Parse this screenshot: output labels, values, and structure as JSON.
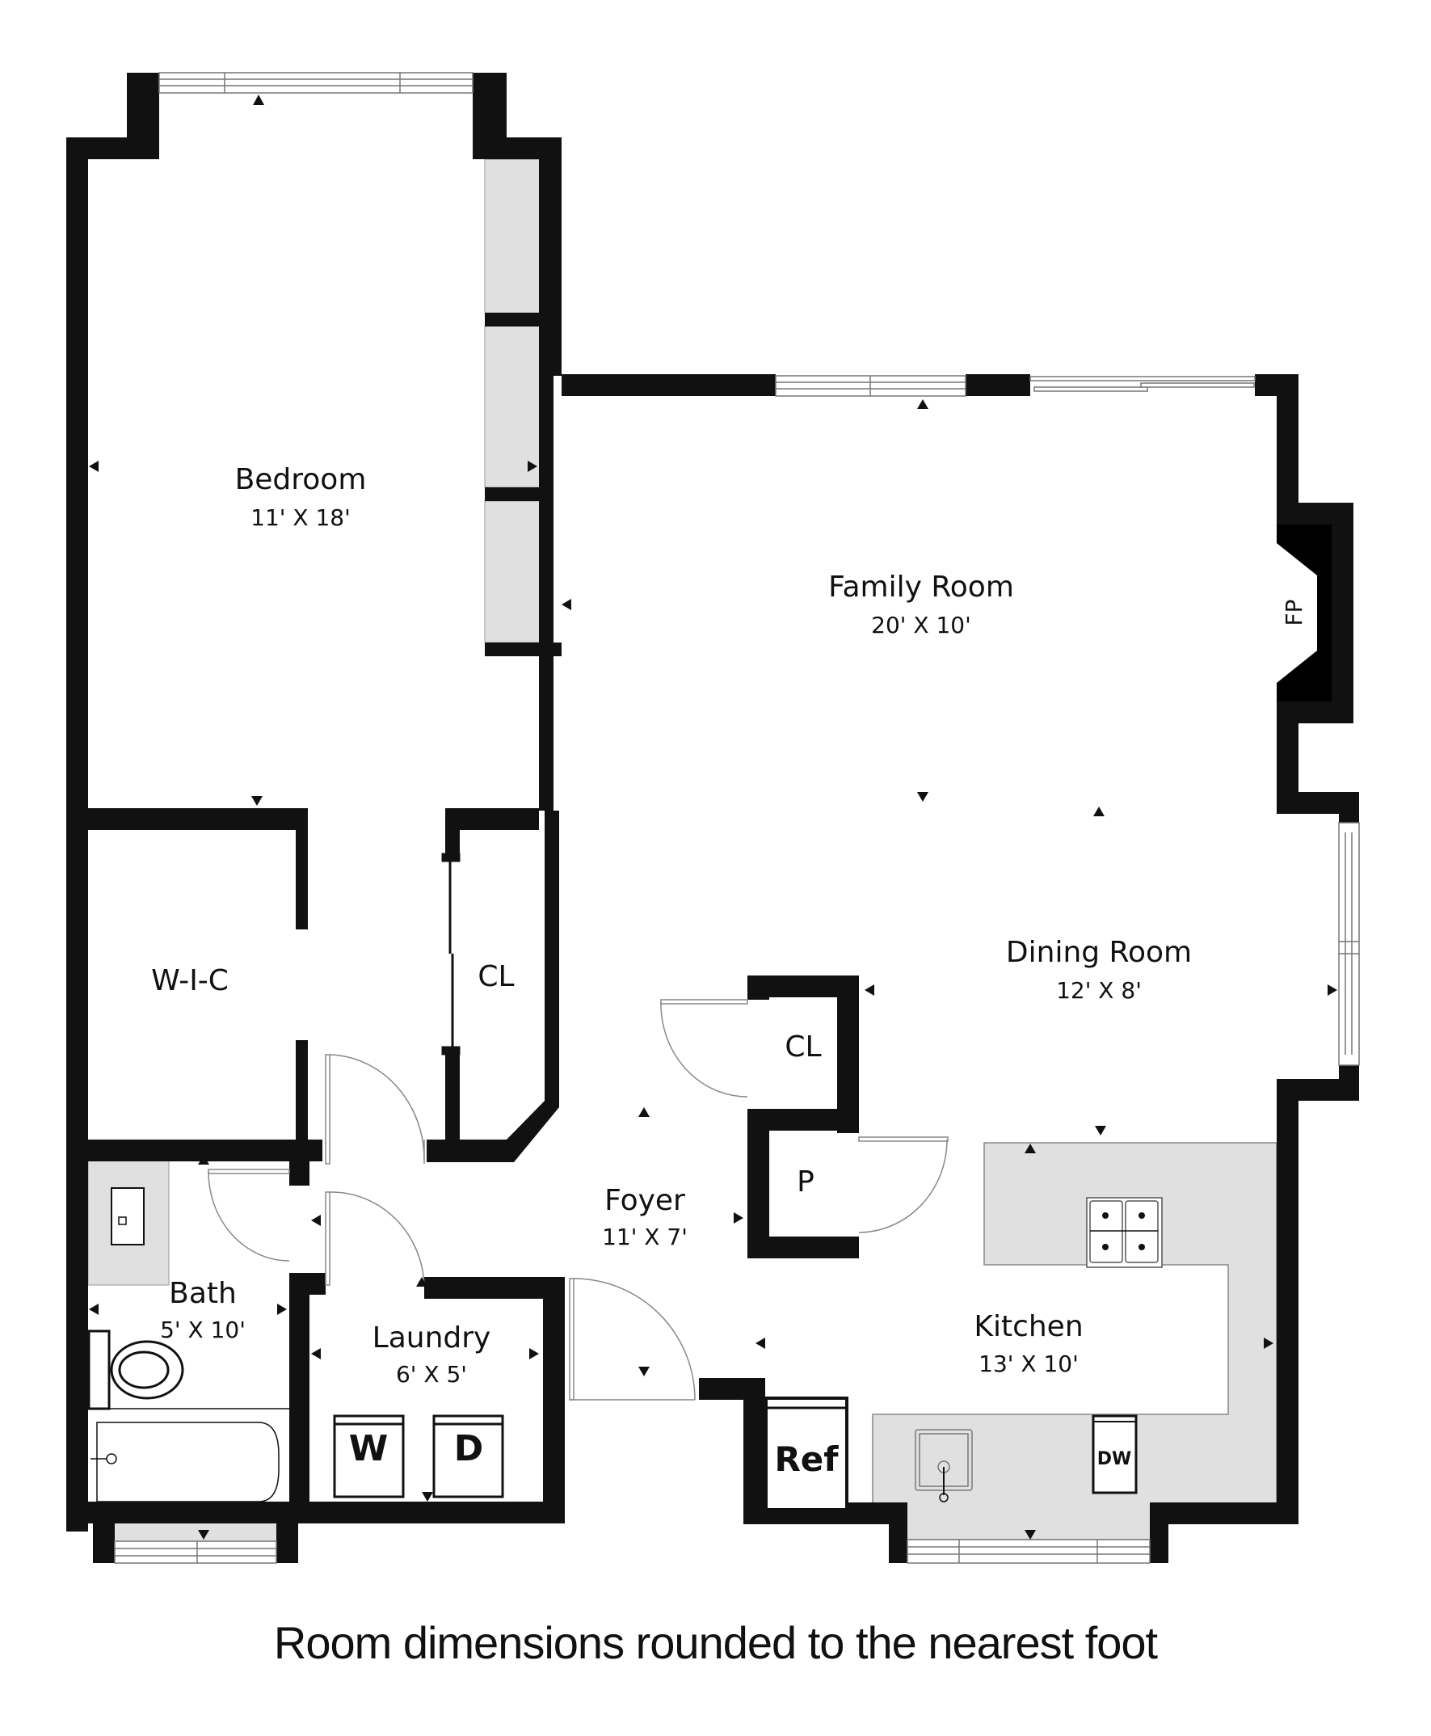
{
  "floorplan": {
    "rooms": [
      {
        "name": "Bedroom",
        "dims": "11' X 18'"
      },
      {
        "name": "Family Room",
        "dims": "20' X 10'"
      },
      {
        "name": "Dining Room",
        "dims": "12' X 8'"
      },
      {
        "name": "Foyer",
        "dims": "11' X 7'"
      },
      {
        "name": "Kitchen",
        "dims": "13' X 10'"
      },
      {
        "name": "Bath",
        "dims": "5' X 10'"
      },
      {
        "name": "Laundry",
        "dims": "6' X 5'"
      }
    ],
    "closets": [
      {
        "label": "W-I-C"
      },
      {
        "label": "CL"
      },
      {
        "label": "CL"
      },
      {
        "label": "P"
      }
    ],
    "fixtures": {
      "fireplace": "FP",
      "washer": "W",
      "dryer": "D",
      "refrigerator": "Ref",
      "dishwasher": "DW"
    },
    "colors": {
      "wall": "#111111",
      "counter": "#e0e0e0",
      "background": "#ffffff"
    }
  },
  "footer": {
    "note": "Room dimensions rounded to the nearest foot"
  }
}
